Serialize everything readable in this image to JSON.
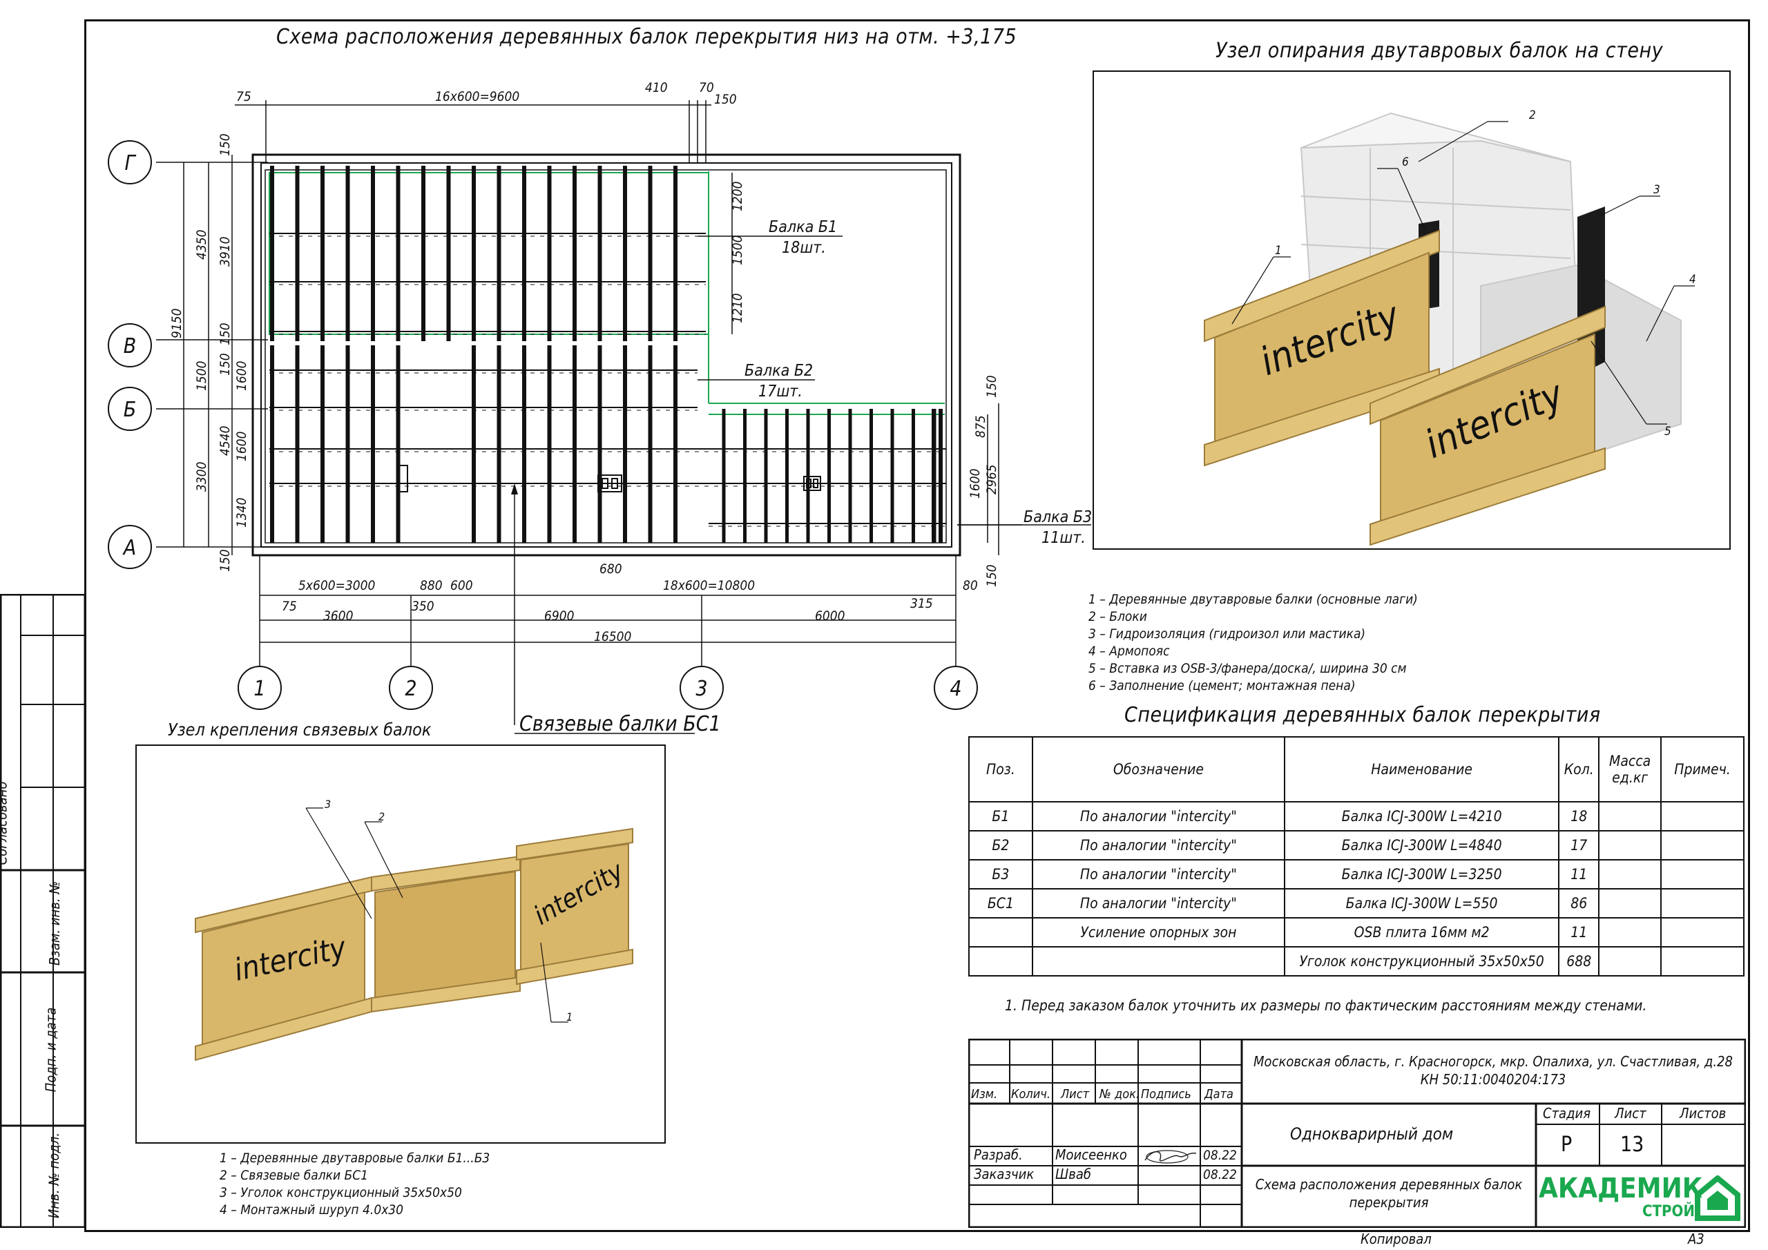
{
  "sheet": {
    "plan_title": "Схема расположения деревянных балок перекрытия низ на отм. +3,175",
    "node_support_title": "Узел опирания двутавровых балок на стену",
    "node_link_title": "Узел крепления связевых балок",
    "spec_title": "Спецификация деревянных балок перекрытия",
    "copied": "Копировал",
    "format": "А3"
  },
  "side_stamp": {
    "agreed": "Согласовано",
    "inv_replace": "Взам. инв. №",
    "sign_date": "Подп. и дата",
    "inv_orig": "Инв. № подл."
  },
  "plan": {
    "axes_letters": [
      "Г",
      "В",
      "Б",
      "А"
    ],
    "axes_numbers": [
      "1",
      "2",
      "3",
      "4"
    ],
    "beam_labels": [
      {
        "name": "Балка Б1",
        "count": "18шт."
      },
      {
        "name": "Балка Б2",
        "count": "17шт."
      },
      {
        "name": "Балка Б3",
        "count": "11шт."
      }
    ],
    "link_beams_label": "Связевые балки БС1",
    "dims_top": [
      "75",
      "16x600=9600",
      "410",
      "70",
      "150"
    ],
    "dims_bottom_1": [
      "5x600=3000",
      "880",
      "600",
      "680",
      "18x600=10800",
      "315",
      "80"
    ],
    "dims_bottom_2": [
      "75",
      "3600",
      "350",
      "6900",
      "6000"
    ],
    "dim_total": "16500",
    "dims_left_outer": [
      "9150"
    ],
    "dims_left_mid": [
      "4350",
      "1500",
      "3300"
    ],
    "dims_left_inner": [
      "150",
      "3910",
      "150",
      "150",
      "1600",
      "4540",
      "1600",
      "1340",
      "150"
    ],
    "dims_right_b1": [
      "1200",
      "1500",
      "1210"
    ],
    "dims_right_b3": [
      "150",
      "875",
      "1600",
      "2965",
      "150"
    ]
  },
  "support_legend": [
    "1 – Деревянные двутавровые балки (основные лаги)",
    "2 – Блоки",
    "3 – Гидроизоляция (гидроизол или мастика)",
    "4 – Армопояс",
    "5 – Вставка из OSB-3/фанера/доска/, ширина 30 см",
    "6 – Заполнение (цемент; монтажная пена)"
  ],
  "support_callouts": [
    "1",
    "2",
    "3",
    "4",
    "5",
    "6"
  ],
  "link_legend": [
    "1 – Деревянные двутавровые балки Б1...Б3",
    "2 – Связевые балки БС1",
    "3 – Уголок конструкционный 35х50х50",
    "4 – Монтажный шуруп 4.0х30"
  ],
  "link_callouts": [
    "3",
    "2",
    "1"
  ],
  "brand_on_beam": "intercity",
  "spec": {
    "headers": [
      "Поз.",
      "Обозначение",
      "Наименование",
      "Кол.",
      "Масса ед.кг",
      "Примеч."
    ],
    "rows": [
      [
        "Б1",
        "По аналогии \"intercity\"",
        "Балка ICJ-300W        L=4210",
        "18",
        "",
        ""
      ],
      [
        "Б2",
        "По аналогии \"intercity\"",
        "Балка ICJ-300W        L=4840",
        "17",
        "",
        ""
      ],
      [
        "Б3",
        "По аналогии \"intercity\"",
        "Балка ICJ-300W        L=3250",
        "11",
        "",
        ""
      ],
      [
        "БС1",
        "По аналогии \"intercity\"",
        "Балка ICJ-300W        L=550",
        "86",
        "",
        ""
      ],
      [
        "",
        "Усиление опорных зон",
        "OSB плита 16мм        м2",
        "11",
        "",
        ""
      ],
      [
        "",
        "",
        "Уголок конструкционный 35х50х50",
        "688",
        "",
        ""
      ]
    ],
    "note": "1.     Перед заказом балок уточнить их размеры по фактическим расстояниям между стенами."
  },
  "titleblock": {
    "col_headers": [
      "Изм.",
      "Колич.",
      "Лист",
      "№ док.",
      "Подпись",
      "Дата"
    ],
    "address": "Московская область, г. Красногорск, мкр. Опалиха, ул. Счастливая, д.28 КН 50:11:0040204:173",
    "object": "Однокварирный дом",
    "stage_label": "Стадия",
    "sheet_label": "Лист",
    "sheets_label": "Листов",
    "stage": "Р",
    "sheet": "13",
    "sheets": "",
    "roles": [
      {
        "role": "Разраб.",
        "name": "Моисеенко",
        "date": "08.22"
      },
      {
        "role": "Заказчик",
        "name": "Шваб",
        "date": "08.22"
      }
    ],
    "drawing_name": "Схема расположения деревянных балок перекрытия",
    "logo_main": "АКАДЕМИК",
    "logo_sub": "СТРОЙ"
  },
  "colors": {
    "line": "#111111",
    "accent": "#1aa84f",
    "beam_wood": "#d9b76a",
    "block": "#e6e6e6"
  }
}
